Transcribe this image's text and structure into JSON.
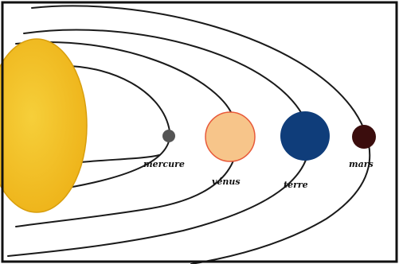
{
  "planets": [
    {
      "id": "mercure",
      "label": "mercure",
      "color": "#555555"
    },
    {
      "id": "venus",
      "label": "vénus",
      "color": "#f7c58a",
      "ring": "#e85a3a"
    },
    {
      "id": "terre",
      "label": "terre",
      "color": "#0f3d7a"
    },
    {
      "id": "mars",
      "label": "mars",
      "color": "#3b0d0d"
    }
  ],
  "sun": {
    "color": "#f2bd1c",
    "edge": "#e0a510"
  },
  "colors": {
    "background": "#ffffff",
    "frame": "#111111",
    "orbit": "#1a1a1a"
  }
}
